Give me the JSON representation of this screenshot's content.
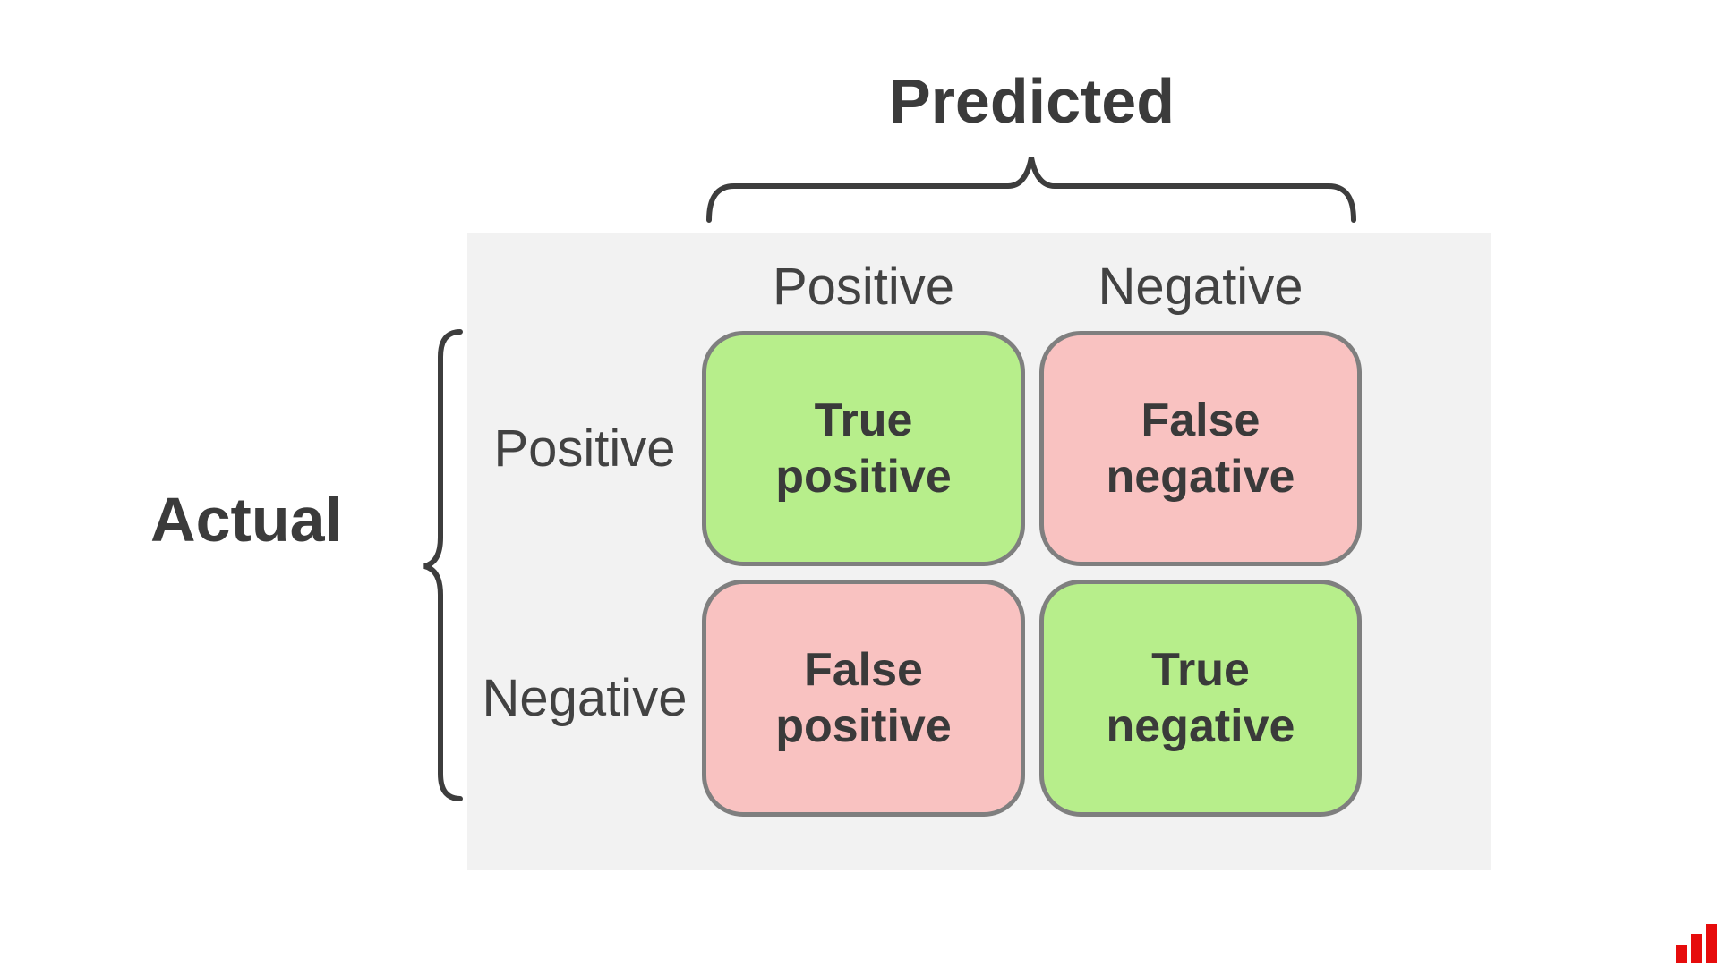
{
  "matrix": {
    "title": "Predicted",
    "row_axis_label": "Actual",
    "column_headers": [
      "Positive",
      "Negative"
    ],
    "row_headers": [
      "Positive",
      "Negative"
    ],
    "cells": [
      {
        "id": "true-positive",
        "line1": "True",
        "line2": "positive",
        "state": "good"
      },
      {
        "id": "false-negative",
        "line1": "False",
        "line2": "negative",
        "state": "bad"
      },
      {
        "id": "false-positive",
        "line1": "False",
        "line2": "positive",
        "state": "bad"
      },
      {
        "id": "true-negative",
        "line1": "True",
        "line2": "negative",
        "state": "good"
      }
    ]
  },
  "colors": {
    "good_cell": "#b7ee8b",
    "bad_cell": "#f9c2c1",
    "cell_border": "#7f7f7f",
    "panel_background": "#f2f2f2",
    "brace": "#3d3d3d",
    "title_text": "#3b3b3b",
    "header_text": "#424242",
    "cell_text": "#3a3a3a",
    "logo_red": "#e60c0c"
  },
  "logo": {
    "name": "bar-chart-logo",
    "bar_count": 3
  }
}
